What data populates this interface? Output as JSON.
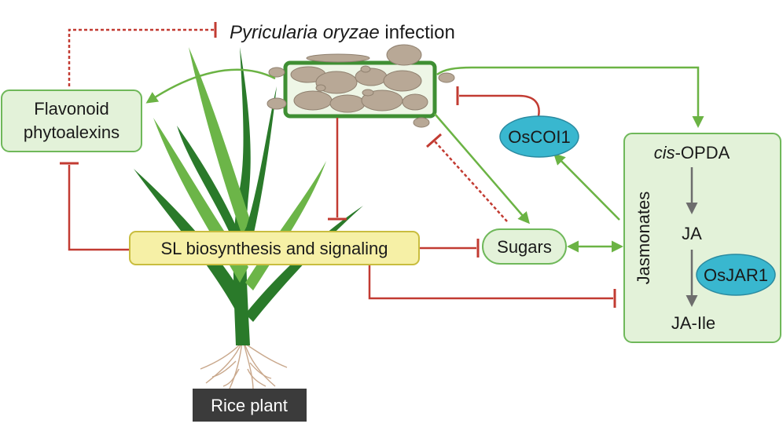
{
  "labels": {
    "infection_species": "Pyricularia oryzae",
    "infection_word": "infection",
    "flavonoid_line1": "Flavonoid",
    "flavonoid_line2": "phytoalexins",
    "sl": "SL biosynthesis and signaling",
    "sugars": "Sugars",
    "oscoi1": "OsCOI1",
    "jasmonates": "Jasmonates",
    "cis_prefix": "cis",
    "opda_suffix": "-OPDA",
    "ja": "JA",
    "osjar1": "OsJAR1",
    "ja_ile": "JA-Ile",
    "rice_plant": "Rice plant"
  },
  "colors": {
    "activation": "#6bb344",
    "inhibition": "#c23b32",
    "pathway_arrow": "#6d6d6d",
    "green_box_fill": "#e3f2d9",
    "green_box_stroke": "#6fb85a",
    "sl_fill": "#f6f0a6",
    "sl_stroke": "#c9bd3f",
    "oval_fill": "#39b7cf",
    "plant_dark": "#2a7a2a",
    "plant_light": "#6cb548",
    "root": "#c9a88c",
    "label_bg": "#3b3b3b",
    "fungus": "#b8a896"
  }
}
